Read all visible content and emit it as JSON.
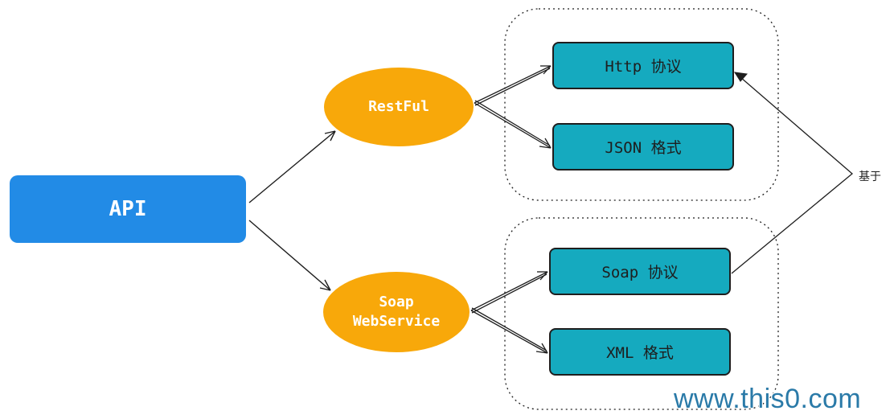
{
  "diagram": {
    "root": {
      "label": "API"
    },
    "branches": [
      {
        "label": "RestFul"
      },
      {
        "label_line1": "Soap",
        "label_line2": "WebService"
      }
    ],
    "group_top": [
      {
        "label": "Http 协议"
      },
      {
        "label": "JSON 格式"
      }
    ],
    "group_bottom": [
      {
        "label": "Soap 协议"
      },
      {
        "label": "XML 格式"
      }
    ],
    "relation_label": "基于",
    "colors": {
      "api": "#228be6",
      "ellipse": "#f8a80a",
      "box": "#15aabf",
      "stroke": "#1e1e1e"
    }
  },
  "watermark": "www.this0.com"
}
